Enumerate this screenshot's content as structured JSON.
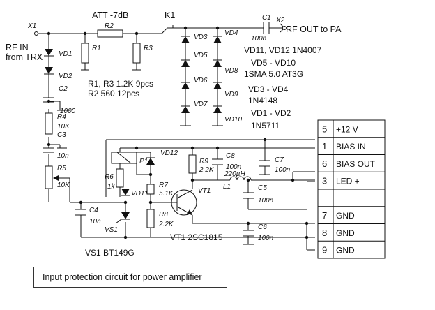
{
  "title": "ATT  -7dB",
  "caption": "Input protection circuit for power amplifier",
  "nodes": {
    "x1": "X1",
    "x2": "X2",
    "rf_in": "RF IN",
    "from_trx": "from TRX",
    "rf_out": "RF OUT to PA",
    "k1": "K1"
  },
  "refs": {
    "r1": "R1",
    "r2": "R2",
    "r3": "R3",
    "r4": "R4",
    "r5": "R5",
    "r6": "R6",
    "r7": "R7",
    "r8": "R8",
    "r9": "R9",
    "c1": "C1",
    "c2": "C2",
    "c3": "C3",
    "c4": "C4",
    "c5": "C5",
    "c6": "C6",
    "c7": "C7",
    "c8": "C8",
    "vd1": "VD1",
    "vd2": "VD2",
    "vd3": "VD3",
    "vd4": "VD4",
    "vd5": "VD5",
    "vd6": "VD6",
    "vd7": "VD7",
    "vd8": "VD8",
    "vd9": "VD9",
    "vd10": "VD10",
    "vd11": "VD11",
    "vd12": "VD12",
    "vs1": "VS1",
    "vt1": "VT1",
    "l1": "L1",
    "p1": "P1"
  },
  "values": {
    "c1": "100n",
    "c2": "1000",
    "c3": "10n",
    "c4": "10n",
    "c5": "100n",
    "c6": "100n",
    "c7": "100n",
    "c8": "100n",
    "r4": "10K",
    "r5": "10K",
    "r6": "1k",
    "r7": "5.1K",
    "r8": "2.2K",
    "r9": "2.2K",
    "l1": "220µH"
  },
  "notes": [
    "R1, R3 1.2K 9pcs",
    "R2 560 12pcs",
    "VD11, VD12 1N4007",
    "VD5 - VD10",
    "1SMA 5.0 AT3G",
    "VD3 - VD4",
    "1N4148",
    "VD1 - VD2",
    "1N5711",
    "VS1 BT149G",
    "VT1 2SC1815"
  ],
  "connector": [
    {
      "pin": "5",
      "label": "+12 V"
    },
    {
      "pin": "1",
      "label": "BIAS IN"
    },
    {
      "pin": "6",
      "label": "BIAS OUT"
    },
    {
      "pin": "3",
      "label": "LED +"
    },
    {
      "pin": "",
      "label": ""
    },
    {
      "pin": "7",
      "label": "GND"
    },
    {
      "pin": "8",
      "label": "GND"
    },
    {
      "pin": "9",
      "label": "GND"
    }
  ]
}
